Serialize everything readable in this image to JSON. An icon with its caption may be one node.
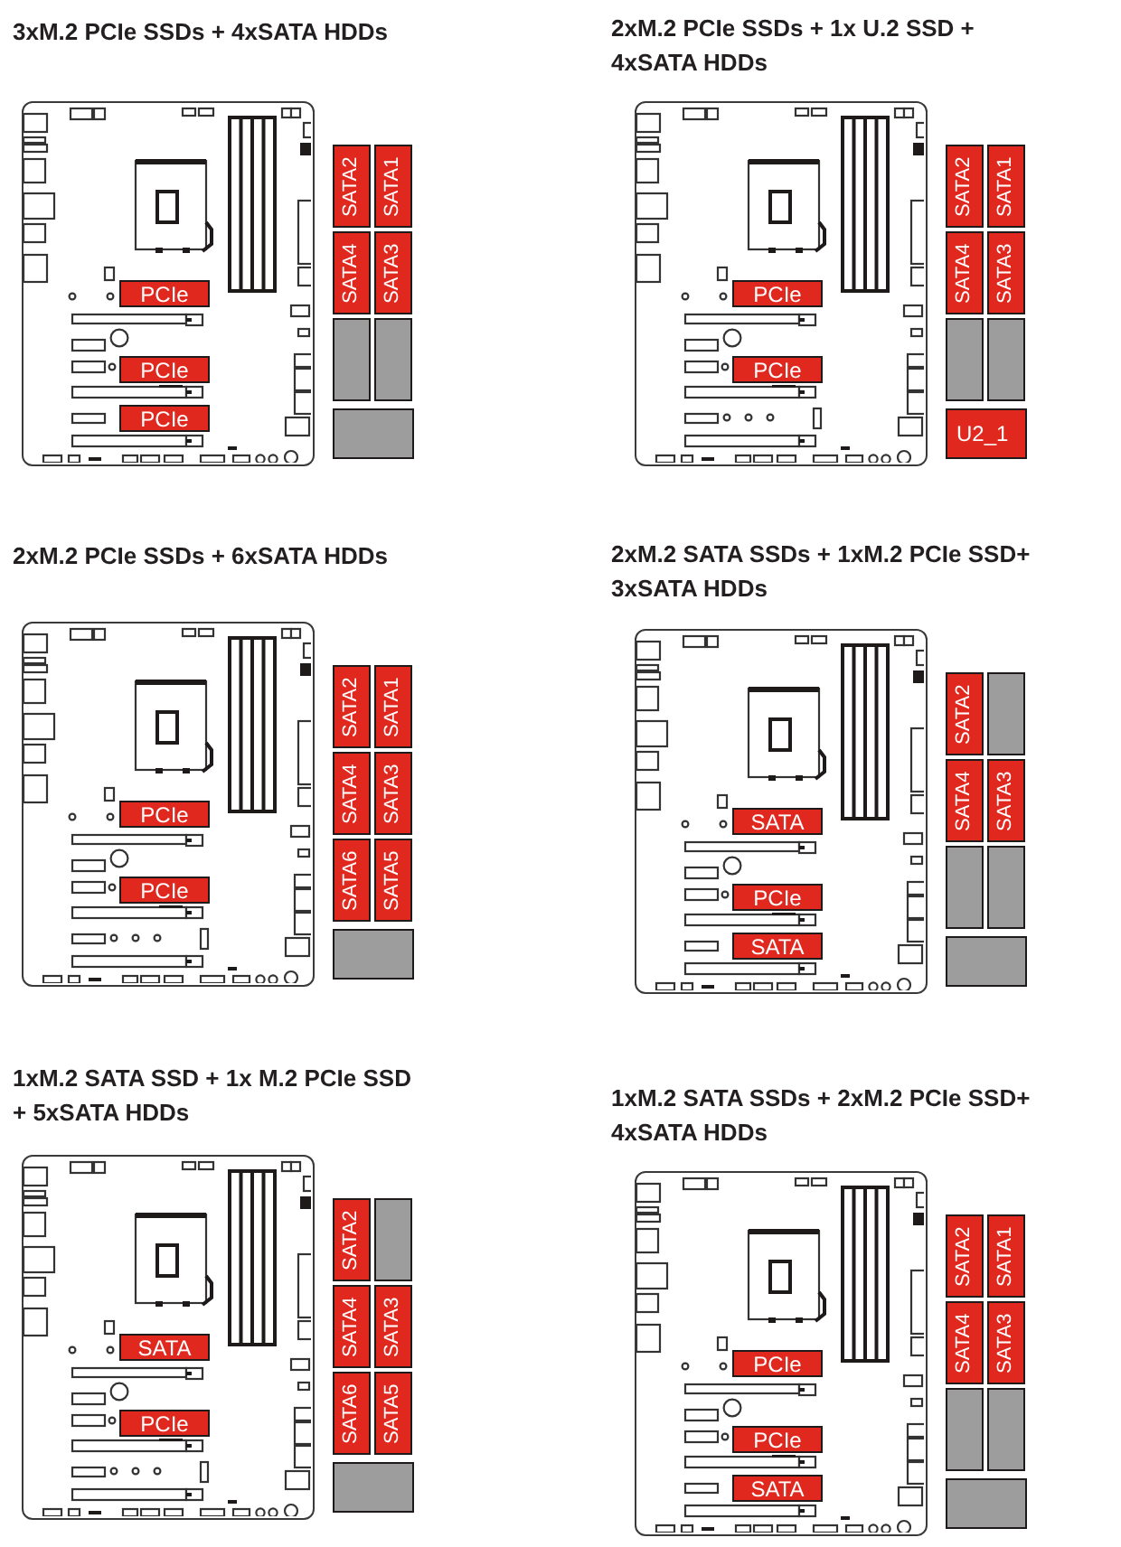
{
  "diagram": {
    "nodes": [
      {
        "text": [],
        "shape": "picture"
      },
      {
        "text": [
          "PCIe"
        ],
        "in": 0
      },
      {
        "text": [
          "PCIe"
        ],
        "in": 0
      },
      {
        "text": [
          "PCIe"
        ],
        "in": 0
      },
      {
        "text": [
          "SATA2"
        ]
      },
      {
        "text": [
          "SATA1"
        ]
      },
      {
        "text": [
          "SATA4"
        ]
      },
      {
        "text": [
          "SATA3"
        ]
      },
      {
        "text": [],
        "shape": "box"
      },
      {
        "text": [],
        "shape": "box"
      },
      {
        "text": [],
        "shape": "box"
      },
      {
        "text": [],
        "shape": "picture"
      },
      {
        "text": [
          "PCIe"
        ],
        "in": 11
      },
      {
        "text": [
          "PCIe"
        ],
        "in": 11
      },
      {
        "text": [
          "SATA2"
        ]
      },
      {
        "text": [
          "SATA1"
        ]
      },
      {
        "text": [
          "SATA4"
        ]
      },
      {
        "text": [
          "SATA3"
        ]
      },
      {
        "text": [],
        "shape": "box"
      },
      {
        "text": [],
        "shape": "box"
      },
      {
        "text": [
          "U2_1"
        ]
      },
      {
        "text": [],
        "shape": "picture"
      },
      {
        "text": [
          "PCIe"
        ],
        "in": 21
      },
      {
        "text": [
          "PCIe"
        ],
        "in": 21
      },
      {
        "text": [
          "SATA2"
        ]
      },
      {
        "text": [
          "SATA1"
        ]
      },
      {
        "text": [
          "SATA4"
        ]
      },
      {
        "text": [
          "SATA3"
        ]
      },
      {
        "text": [
          "SATA6"
        ]
      },
      {
        "text": [
          "SATA5"
        ]
      },
      {
        "text": [],
        "shape": "box"
      },
      {
        "text": [],
        "shape": "picture"
      },
      {
        "text": [
          "SATA"
        ],
        "in": 31
      },
      {
        "text": [
          "PCIe"
        ],
        "in": 31
      },
      {
        "text": [
          "SATA"
        ],
        "in": 31
      },
      {
        "text": [
          "SATA2"
        ]
      },
      {
        "text": [],
        "shape": "box"
      },
      {
        "text": [
          "SATA4"
        ]
      },
      {
        "text": [
          "SATA3"
        ]
      },
      {
        "text": [],
        "shape": "box"
      },
      {
        "text": [],
        "shape": "box"
      },
      {
        "text": [],
        "shape": "box"
      },
      {
        "text": [],
        "shape": "picture"
      },
      {
        "text": [
          "SATA"
        ],
        "in": 42
      },
      {
        "text": [
          "PCIe"
        ],
        "in": 42
      },
      {
        "text": [
          "SATA2"
        ]
      },
      {
        "text": [],
        "shape": "box"
      },
      {
        "text": [
          "SATA4"
        ]
      },
      {
        "text": [
          "SATA3"
        ]
      },
      {
        "text": [
          "SATA6"
        ]
      },
      {
        "text": [
          "SATA5"
        ]
      },
      {
        "text": [],
        "shape": "box"
      },
      {
        "text": [],
        "shape": "picture"
      },
      {
        "text": [
          "PCIe"
        ],
        "in": 52
      },
      {
        "text": [
          "PCIe"
        ],
        "in": 52
      },
      {
        "text": [
          "SATA"
        ],
        "in": 52
      },
      {
        "text": [
          "SATA2"
        ]
      },
      {
        "text": [
          "SATA1"
        ]
      },
      {
        "text": [
          "SATA4"
        ]
      },
      {
        "text": [
          "SATA3"
        ]
      },
      {
        "text": [],
        "shape": "box"
      },
      {
        "text": [],
        "shape": "box"
      },
      {
        "text": [],
        "shape": "box"
      }
    ],
    "labels": [
      "3xM.2 PCIe SSDs + 4xSATA HDDs",
      "2xM.2 PCIe SSDs + 1x U.2 SSD + 4xSATA HDDs",
      "2xM.2 PCIe SSDs + 6xSATA HDDs",
      "2xM.2 SATA SSDs + 1xM.2 PCIe SSD+ 3xSATA HDDs",
      "1xM.2 SATA SSD + 1x M.2 PCIe SSD + 5xSATA HDDs",
      "1xM.2 SATA SSDs + 2xM.2 PCIe SSD+ 4xSATA HDDs"
    ]
  }
}
